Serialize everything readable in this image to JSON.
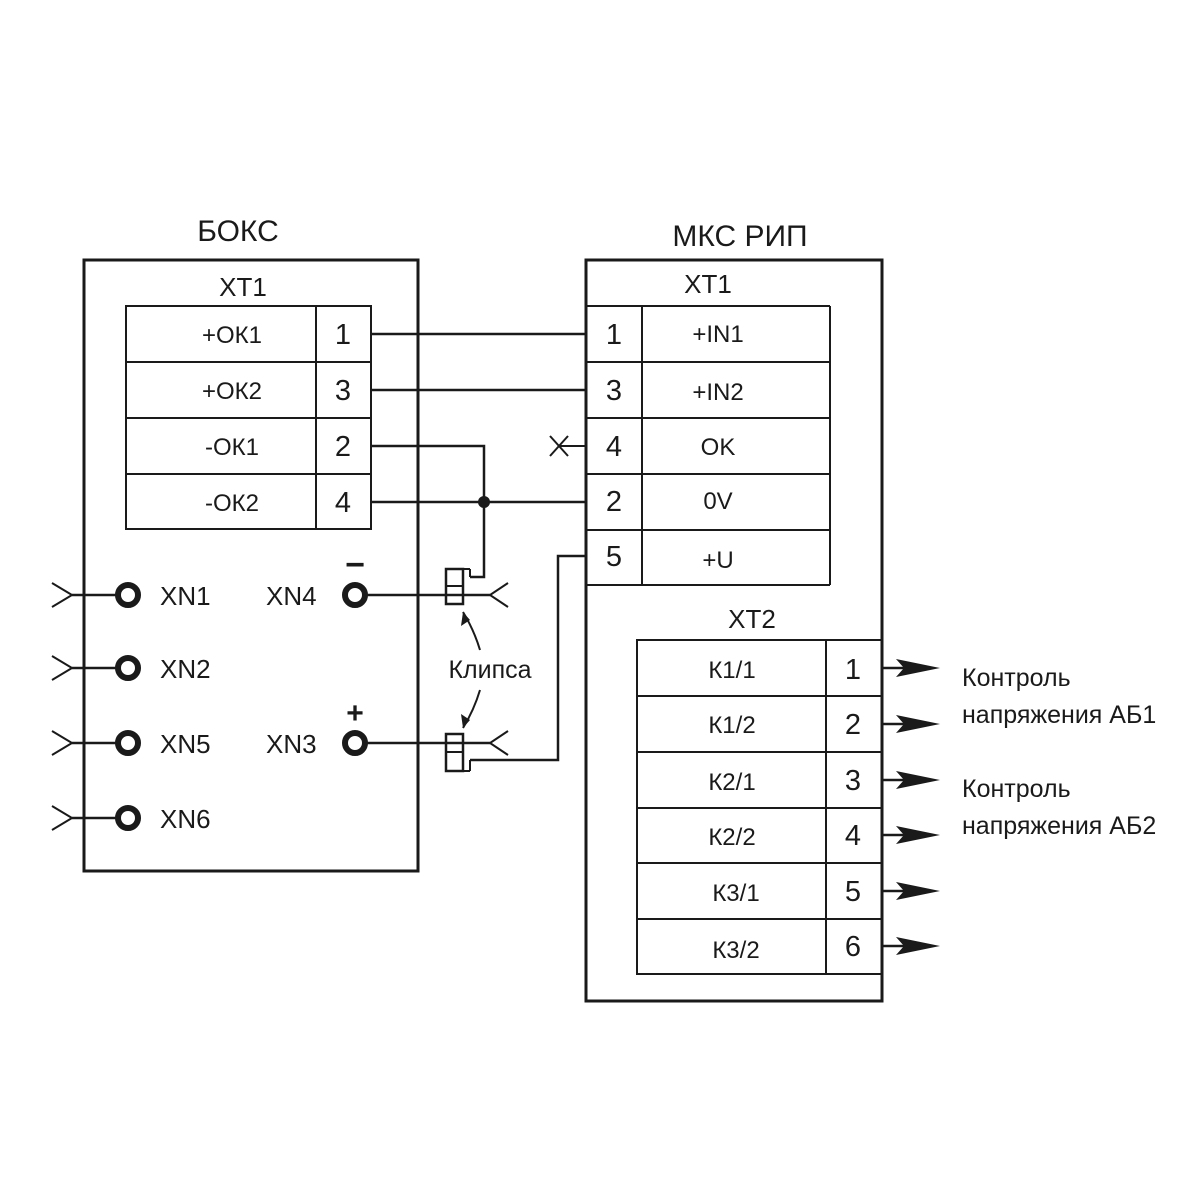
{
  "box": {
    "title": "БОКС",
    "terminal_block": "XT1",
    "rows": [
      {
        "signal": "+ОК1",
        "pin": "1"
      },
      {
        "signal": "+ОК2",
        "pin": "3"
      },
      {
        "signal": "-ОК1",
        "pin": "2"
      },
      {
        "signal": "-ОК2",
        "pin": "4"
      }
    ],
    "left_sockets": [
      "XN1",
      "XN2",
      "XN5",
      "XN6"
    ],
    "right_sockets": [
      {
        "label": "XN4",
        "polarity": "−"
      },
      {
        "label": "XN3",
        "polarity": "+"
      }
    ]
  },
  "clip_label": "Клипса",
  "rip": {
    "title": "МКС РИП",
    "xt1": {
      "label": "XT1",
      "rows": [
        {
          "pin": "1",
          "signal": "+IN1"
        },
        {
          "pin": "3",
          "signal": "+IN2"
        },
        {
          "pin": "4",
          "signal": "OK"
        },
        {
          "pin": "2",
          "signal": "0V"
        },
        {
          "pin": "5",
          "signal": "+U"
        }
      ]
    },
    "xt2": {
      "label": "XT2",
      "rows": [
        {
          "signal": "К1/1",
          "pin": "1"
        },
        {
          "signal": "К1/2",
          "pin": "2"
        },
        {
          "signal": "К2/1",
          "pin": "3"
        },
        {
          "signal": "К2/2",
          "pin": "4"
        },
        {
          "signal": "К3/1",
          "pin": "5"
        },
        {
          "signal": "К3/2",
          "pin": "6"
        }
      ]
    }
  },
  "annotations": {
    "ab1_line1": "Контроль",
    "ab1_line2": "напряжения АБ1",
    "ab2_line1": "Контроль",
    "ab2_line2": "напряжения АБ2"
  }
}
